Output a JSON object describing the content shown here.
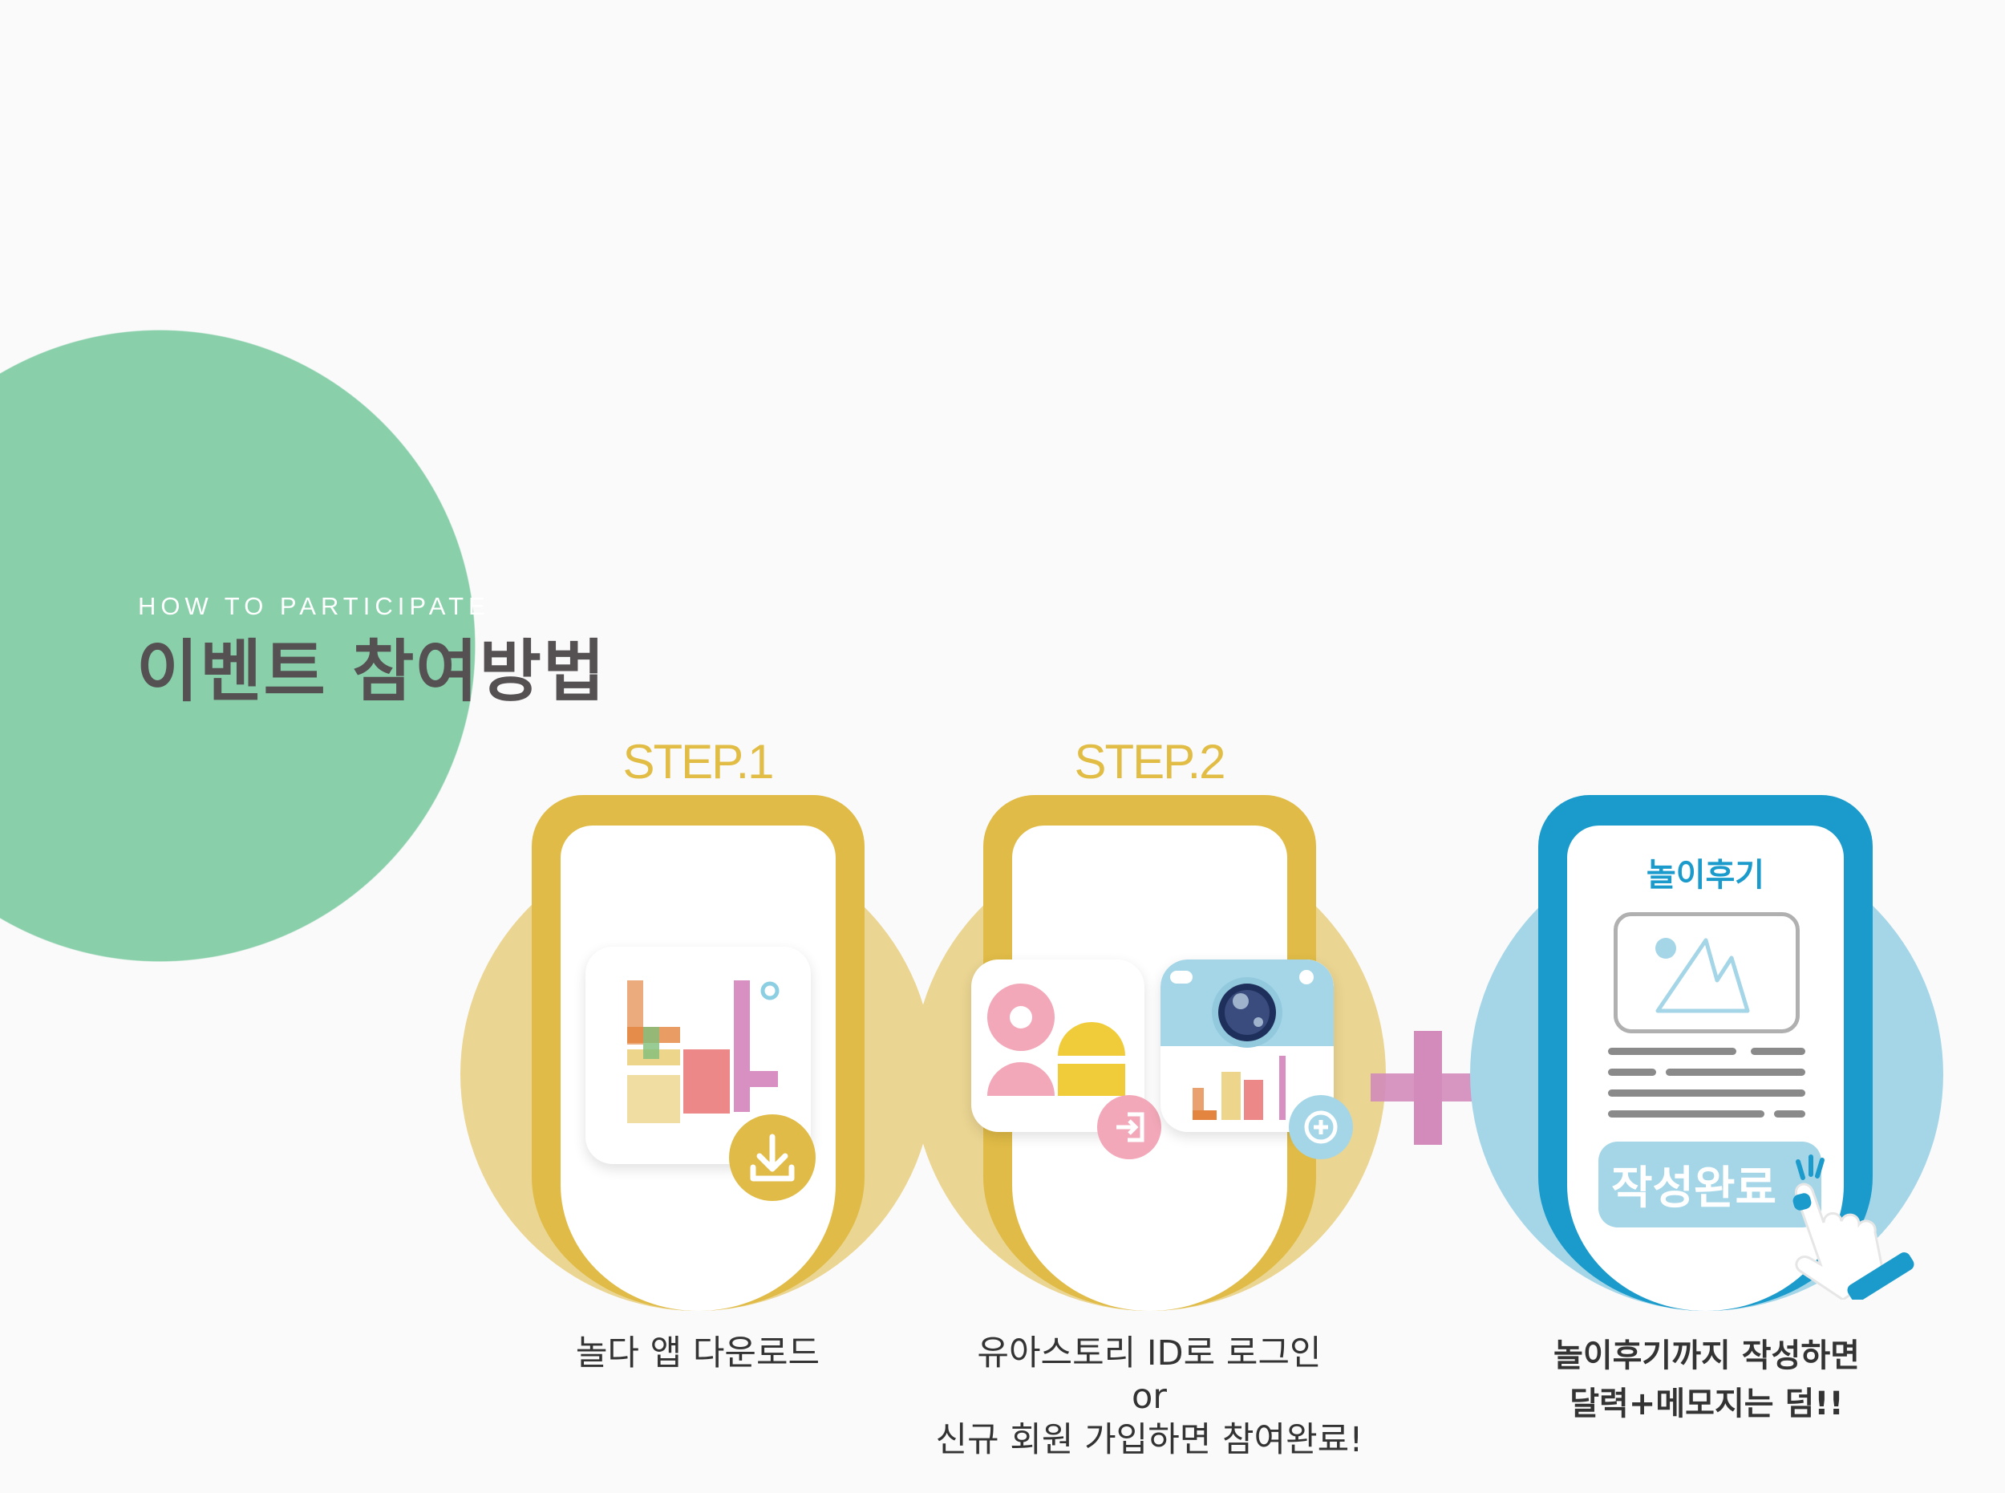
{
  "header": {
    "subtitle": "HOW TO PARTICIPATE",
    "title": "이벤트 참여방법"
  },
  "steps": [
    {
      "label": "STEP.1",
      "caption": "놀다 앱 다운로드"
    },
    {
      "label": "STEP.2",
      "caption_lines": [
        "유아스토리 ID로 로그인",
        "or",
        "신규 회원 가입하면 참여완료!"
      ]
    }
  ],
  "bonus": {
    "screen_title": "놀이후기",
    "button_label": "작성완료",
    "caption_lines": [
      "놀이후기까지 작성하면",
      "달력+메모지는 덤!!"
    ]
  },
  "colors": {
    "green": "#88cfaa",
    "gold": "#e0bb47",
    "gold_light": "#ebd592",
    "blue": "#1b9bcb",
    "blue_light": "#a4d6e8",
    "pink": "#f2a8b8",
    "plus": "#d28bba"
  }
}
